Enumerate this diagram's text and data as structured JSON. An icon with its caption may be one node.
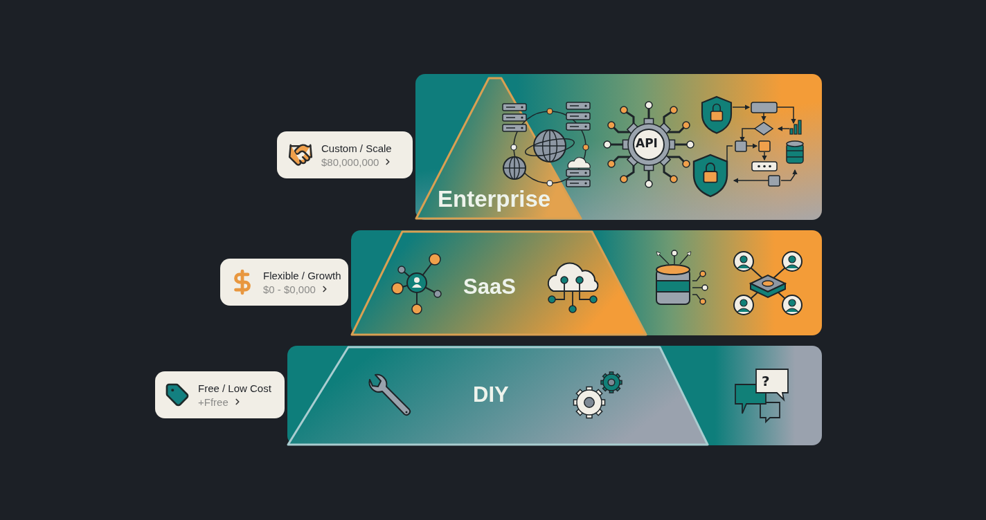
{
  "diagram": {
    "nodes": [
      {
        "text": [
          "Custom / Scale",
          "$80,000,000"
        ]
      },
      {
        "text": [
          "Enterprise"
        ]
      },
      {
        "text": [
          "Flexible / Growth",
          "$0 - $0,000"
        ]
      },
      {
        "text": [
          "SaaS"
        ]
      },
      {
        "text": [
          "Free / Low Cost",
          "+Ffree"
        ]
      },
      {
        "text": [
          "DIY"
        ]
      }
    ],
    "labels": [
      "API",
      "?"
    ]
  }
}
